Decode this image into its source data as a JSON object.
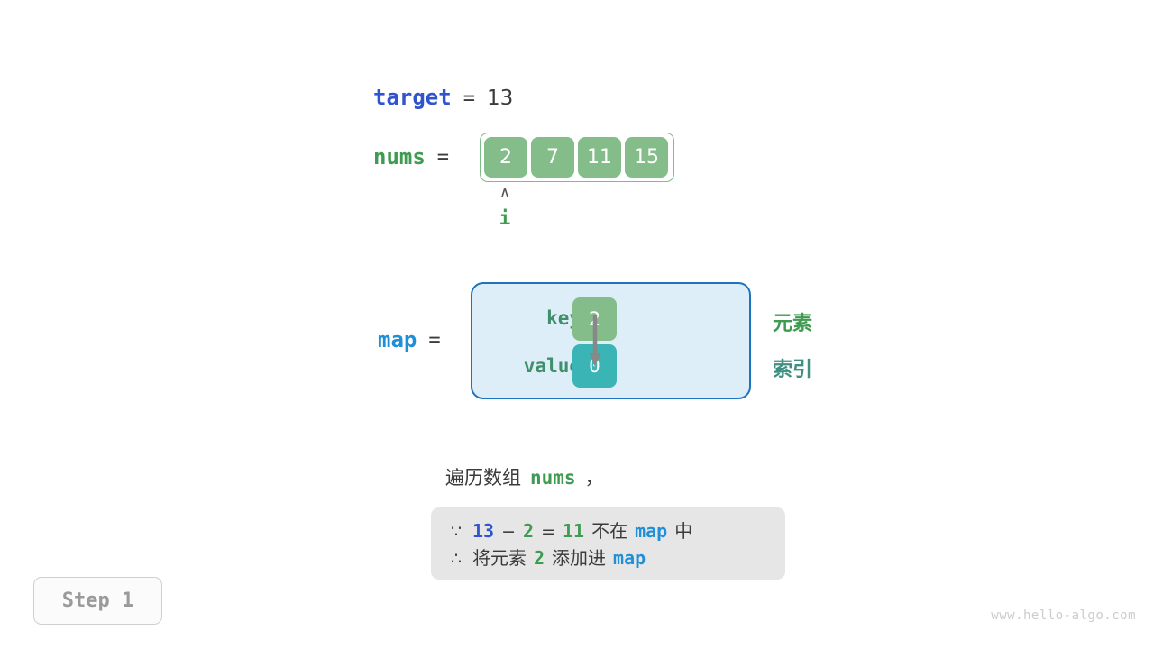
{
  "target": {
    "label": "target",
    "equals": "=",
    "value": "13"
  },
  "nums": {
    "label": "nums",
    "equals": "=",
    "cells": [
      "2",
      "7",
      "11",
      "15"
    ]
  },
  "pointer": {
    "caret": "∧",
    "label": "i"
  },
  "map": {
    "label": "map",
    "equals": "=",
    "key_label": "key",
    "value_label": "value",
    "key_cell": "2",
    "value_cell": "0",
    "arrow_icon": "down-arrow-icon"
  },
  "side_notes": {
    "element": "元素",
    "index": "索引"
  },
  "caption": {
    "text_before": "遍历数组",
    "keyword": "nums",
    "punctuation": "，"
  },
  "reasoning": {
    "line1": {
      "symbol": "∵",
      "a": "13",
      "minus": "−",
      "b": "2",
      "eq": "=",
      "c": "11",
      "text_mid": "不在",
      "map": "map",
      "text_end": "中"
    },
    "line2": {
      "symbol": "∴",
      "text_before": "将元素",
      "num": "2",
      "text_mid": "添加进",
      "map": "map"
    }
  },
  "step_badge": {
    "label": "Step 1"
  },
  "watermark": {
    "text": "www.hello-algo.com"
  },
  "colors": {
    "target_blue": "#2f54cd",
    "map_blue": "#1f8fd8",
    "green": "#3f9b52",
    "cell_green": "#85bd8a",
    "cell_teal": "#3ab4b4",
    "map_bg": "#ddeef9",
    "map_border": "#1b74bd",
    "reason_bg": "#e6e6e6",
    "gray_text": "#3b3b3b"
  }
}
